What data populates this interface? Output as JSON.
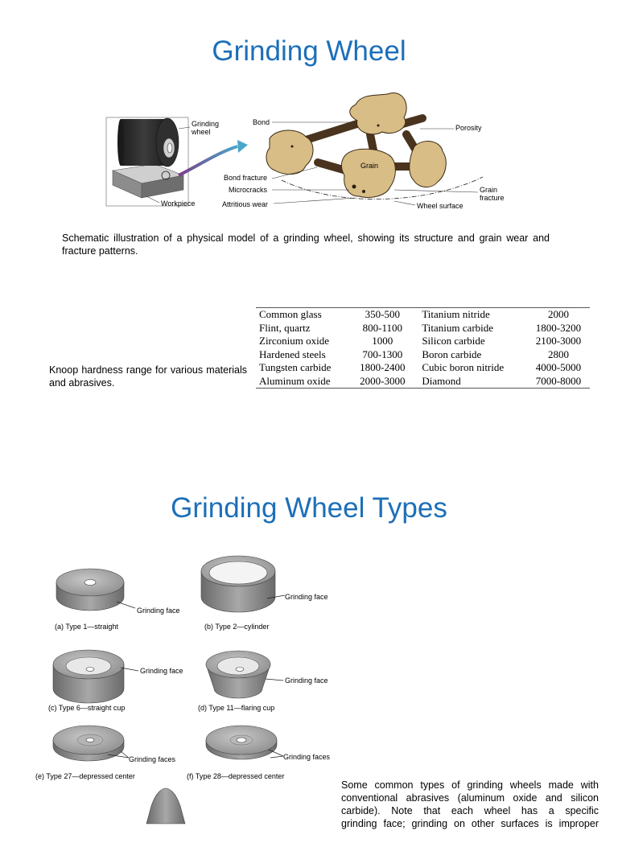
{
  "slide1": {
    "title": "Grinding Wheel",
    "figure_labels": {
      "grinding_wheel": [
        "Grinding",
        "wheel"
      ],
      "workpiece": "Workpiece",
      "bond": "Bond",
      "porosity": "Porosity",
      "grain": "Grain",
      "bond_fracture": "Bond fracture",
      "microcracks": "Microcracks",
      "attritious_wear": "Attritious wear",
      "grain_fracture": [
        "Grain",
        "fracture"
      ],
      "wheel_surface": "Wheel surface"
    },
    "caption": "Schematic illustration of a physical model of a grinding wheel, showing its structure and grain wear and fracture patterns.",
    "hardness_caption": "Knoop hardness range for various materials and abrasives.",
    "hardness_table": [
      [
        "Common glass",
        "350-500",
        "Titanium nitride",
        "2000"
      ],
      [
        "Flint, quartz",
        "800-1100",
        "Titanium carbide",
        "1800-3200"
      ],
      [
        "Zirconium oxide",
        "1000",
        "Silicon carbide",
        "2100-3000"
      ],
      [
        "Hardened steels",
        "700-1300",
        "Boron carbide",
        "2800"
      ],
      [
        "Tungsten carbide",
        "1800-2400",
        "Cubic boron nitride",
        "4000-5000"
      ],
      [
        "Aluminum oxide",
        "2000-3000",
        "Diamond",
        "7000-8000"
      ]
    ]
  },
  "slide2": {
    "title": "Grinding Wheel Types",
    "wheels": [
      {
        "caption": "(a) Type 1—straight",
        "face": "Grinding face"
      },
      {
        "caption": "(b) Type 2—cylinder",
        "face": "Grinding face"
      },
      {
        "caption": "(c) Type 6—straight cup",
        "face": "Grinding face"
      },
      {
        "caption": "(d) Type 11—flaring cup",
        "face": "Grinding face"
      },
      {
        "caption": "(e) Type 27—depressed center",
        "face": "Grinding faces"
      },
      {
        "caption": "(f) Type 28—depressed center",
        "face": "Grinding faces"
      }
    ],
    "caption_lines": [
      "Some common types of grinding wheels made with",
      "conventional abrasives (aluminum oxide and silicon",
      "carbide). Note that each wheel has a specific",
      "grinding face; grinding on other surfaces is improper"
    ]
  },
  "colors": {
    "title": "#1c6fb8",
    "grain": "#d8bd86",
    "bond": "#4a3420",
    "wheel_dark": "#2a2a2a",
    "wheel_gray": "#9a9a9a"
  }
}
